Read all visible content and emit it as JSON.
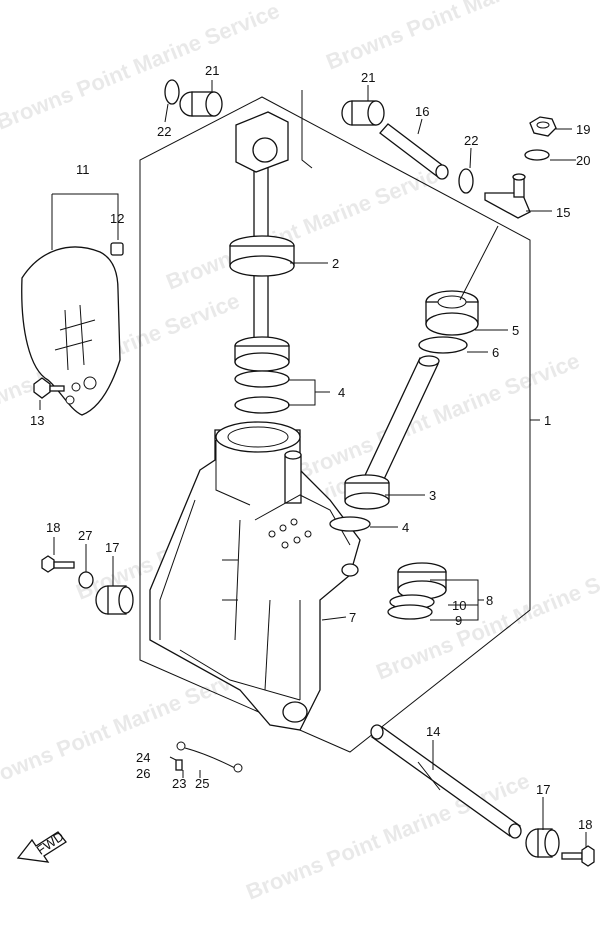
{
  "watermark": "Browns Point Marine Service",
  "fwd_label": "FWD",
  "callouts": {
    "c1": "1",
    "c2": "2",
    "c3": "3",
    "c4a": "4",
    "c4b": "4",
    "c5": "5",
    "c6": "6",
    "c7": "7",
    "c8": "8",
    "c9": "9",
    "c10": "10",
    "c11": "11",
    "c12": "12",
    "c13": "13",
    "c14": "14",
    "c15": "15",
    "c16": "16",
    "c17a": "17",
    "c17b": "17",
    "c18a": "18",
    "c18b": "18",
    "c19": "19",
    "c20": "20",
    "c21a": "21",
    "c21b": "21",
    "c22a": "22",
    "c22b": "22",
    "c23": "23",
    "c24": "24",
    "c25": "25",
    "c26": "26",
    "c27": "27"
  }
}
